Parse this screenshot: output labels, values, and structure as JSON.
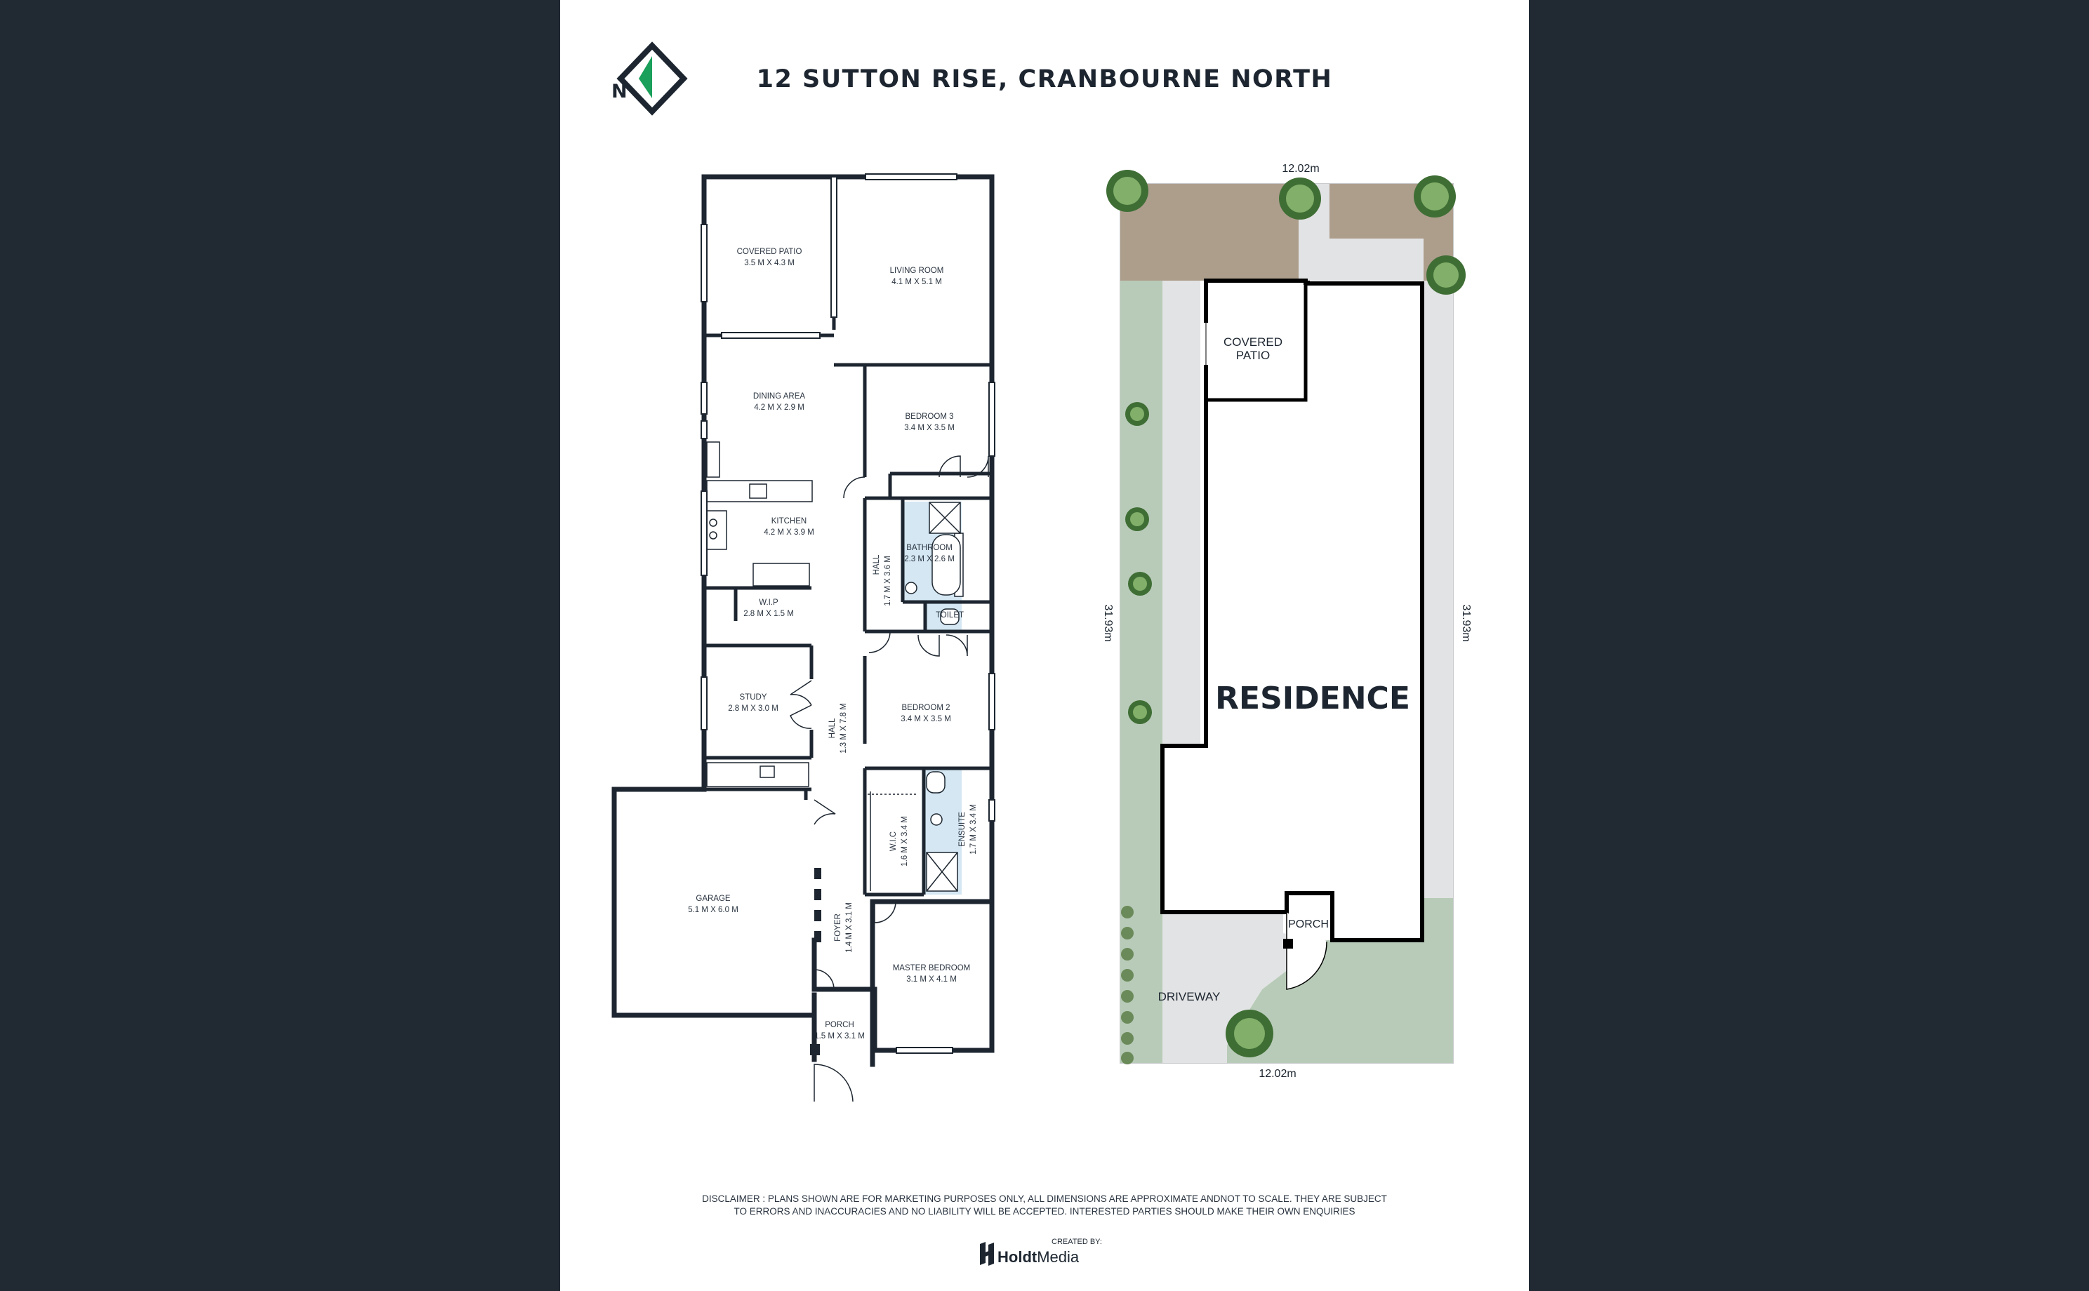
{
  "title": "12 SUTTON RISE, CRANBOURNE NORTH",
  "compass": {
    "label": "N",
    "icon": "north-arrow-icon",
    "accent": "#1aa05a"
  },
  "floor_plan": {
    "rooms": [
      {
        "id": "covered-patio",
        "name": "COVERED PATIO",
        "dims": "3.5 M X 4.3 M"
      },
      {
        "id": "living-room",
        "name": "LIVING ROOM",
        "dims": "4.1 M X 5.1 M"
      },
      {
        "id": "dining-area",
        "name": "DINING AREA",
        "dims": "4.2 M X 2.9 M"
      },
      {
        "id": "bedroom-3",
        "name": "BEDROOM 3",
        "dims": "3.4 M X 3.5 M"
      },
      {
        "id": "kitchen",
        "name": "KITCHEN",
        "dims": "4.2 M X 3.9 M"
      },
      {
        "id": "bathroom",
        "name": "BATHROOM",
        "dims": "2.3 M X 2.6 M"
      },
      {
        "id": "hall-upper",
        "name": "HALL",
        "dims": "1.7 M X 3.6 M"
      },
      {
        "id": "toilet",
        "name": "TOILET",
        "dims": ""
      },
      {
        "id": "wip",
        "name": "W.I.P",
        "dims": "2.8 M X 1.5 M"
      },
      {
        "id": "study",
        "name": "STUDY",
        "dims": "2.8 M X 3.0 M"
      },
      {
        "id": "bedroom-2",
        "name": "BEDROOM 2",
        "dims": "3.4 M X 3.5 M"
      },
      {
        "id": "hall-main",
        "name": "HALL",
        "dims": "1.3 M X 7.8 M"
      },
      {
        "id": "wic",
        "name": "W.I.C",
        "dims": "1.6 M X 3.4 M"
      },
      {
        "id": "ensuite",
        "name": "ENSUITE",
        "dims": "1.7 M X 3.4 M"
      },
      {
        "id": "garage",
        "name": "GARAGE",
        "dims": "5.1 M X 6.0 M"
      },
      {
        "id": "foyer",
        "name": "FOYER",
        "dims": "1.4 M X 3.1 M"
      },
      {
        "id": "master-bedroom",
        "name": "MASTER BEDROOM",
        "dims": "3.1 M X 4.1 M"
      },
      {
        "id": "porch",
        "name": "PORCH",
        "dims": "1.5 M X 3.1 M"
      }
    ]
  },
  "site_plan": {
    "residence_label": "RESIDENCE",
    "covered_patio_line1": "COVERED",
    "covered_patio_line2": "PATIO",
    "porch_label": "PORCH",
    "driveway_label": "DRIVEWAY",
    "top_width": "12.02m",
    "bottom_width": "12.02m",
    "left_depth": "31.93m",
    "right_depth": "31.93m",
    "colors": {
      "lawn": "#b8cbb8",
      "paving": "#ad9e8c",
      "path": "#e2e3e4",
      "wall": "#000000"
    }
  },
  "disclaimer_line1": "DISCLAIMER : PLANS SHOWN ARE FOR MARKETING PURPOSES ONLY, ALL DIMENSIONS ARE APPROXIMATE ANDNOT TO SCALE. THEY ARE SUBJECT",
  "disclaimer_line2": "TO ERRORS AND INACCURACIES AND NO LIABILITY WILL BE ACCEPTED. INTERESTED PARTIES SHOULD MAKE THEIR OWN ENQUIRIES",
  "credit": {
    "created_by": "CREATED BY:",
    "brand_bold": "Holdt",
    "brand_light": "Media"
  }
}
